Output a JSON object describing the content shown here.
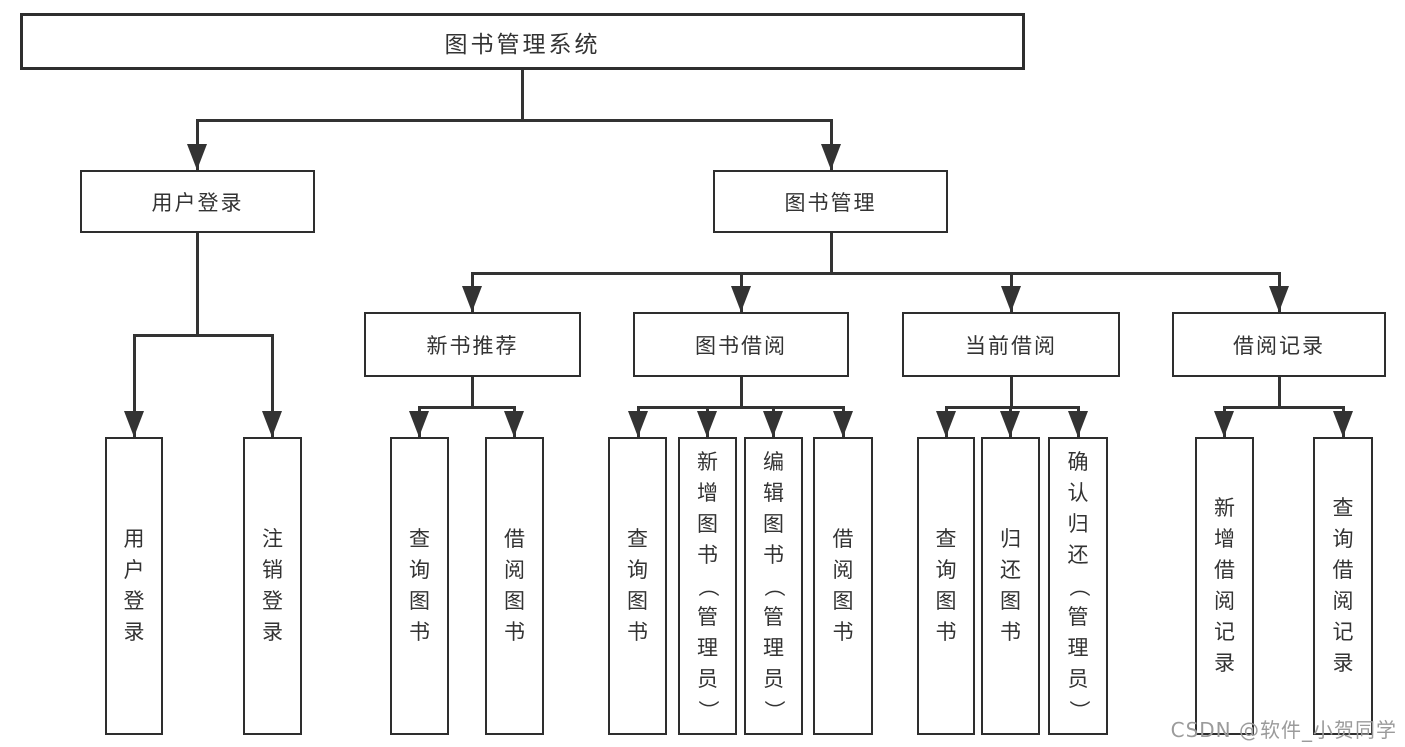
{
  "colors": {
    "line": "#333333",
    "border": "#2e2e2e",
    "text": "#333333",
    "watermark": "#9b9b9b",
    "background": "#ffffff"
  },
  "watermark": "CSDN @软件_小贺同学",
  "nodes": {
    "root": "图书管理系统",
    "user_login": "用户登录",
    "book_mgmt": "图书管理",
    "leaf_user_login": "用户登录",
    "leaf_logout": "注销登录",
    "new_rec": "新书推荐",
    "borrow": "图书借阅",
    "current": "当前借阅",
    "records": "借阅记录",
    "rec_query": "查询图书",
    "rec_borrow": "借阅图书",
    "bb_query": "查询图书",
    "bb_add": "新增图书（管理员）",
    "bb_edit": "编辑图书（管理员）",
    "bb_borrow": "借阅图书",
    "cb_query": "查询图书",
    "cb_return": "归还图书",
    "cb_confirm": "确认归还（管理员）",
    "br_add": "新增借阅记录",
    "br_query": "查询借阅记录"
  }
}
